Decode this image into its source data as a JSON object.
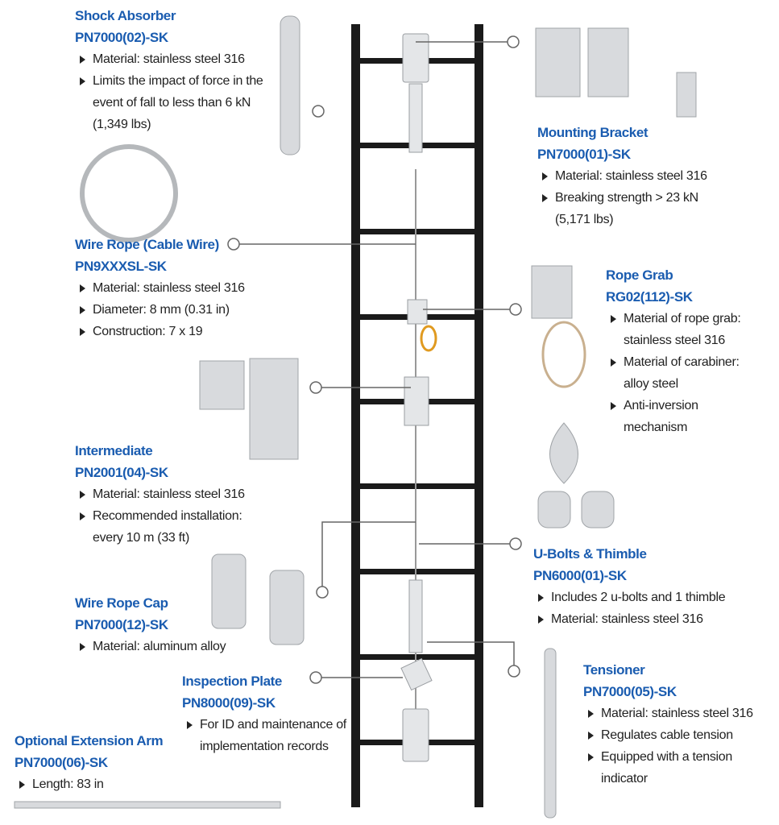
{
  "colors": {
    "title": "#1a5cb0",
    "ladder": "#1a1a1a",
    "callout": "#666666"
  },
  "components": [
    {
      "title": "Shock Absorber",
      "pn": "PN7000(02)-SK",
      "bullets": [
        [
          "Material: stainless steel 316"
        ],
        [
          "Limits the impact of force in the",
          "event of fall to less than 6 kN",
          "(1,349 lbs)"
        ]
      ]
    },
    {
      "title": "Mounting Bracket",
      "pn": "PN7000(01)-SK",
      "bullets": [
        [
          "Material: stainless steel 316"
        ],
        [
          "Breaking strength > 23 kN",
          "(5,171 lbs)"
        ]
      ]
    },
    {
      "title": "Wire Rope (Cable Wire)",
      "pn": "PN9XXXSL-SK",
      "bullets": [
        [
          "Material: stainless steel 316"
        ],
        [
          "Diameter: 8 mm (0.31 in)"
        ],
        [
          "Construction: 7 x 19"
        ]
      ]
    },
    {
      "title": "Rope Grab",
      "pn": "RG02(112)-SK",
      "bullets": [
        [
          "Material of rope grab:",
          "stainless steel 316"
        ],
        [
          "Material of carabiner:",
          "alloy steel"
        ],
        [
          "Anti-inversion",
          "mechanism"
        ]
      ]
    },
    {
      "title": "Intermediate",
      "pn": "PN2001(04)-SK",
      "bullets": [
        [
          "Material: stainless steel 316"
        ],
        [
          "Recommended installation:",
          "every 10 m (33 ft)"
        ]
      ]
    },
    {
      "title": "U-Bolts & Thimble",
      "pn": "PN6000(01)-SK",
      "bullets": [
        [
          "Includes 2 u-bolts and 1 thimble"
        ],
        [
          "Material: stainless steel 316"
        ]
      ]
    },
    {
      "title": "Wire Rope Cap",
      "pn": "PN7000(12)-SK",
      "bullets": [
        [
          "Material: aluminum alloy"
        ]
      ]
    },
    {
      "title": "Inspection Plate",
      "pn": "PN8000(09)-SK",
      "bullets": [
        [
          "For ID and maintenance of",
          "implementation records"
        ]
      ]
    },
    {
      "title": "Tensioner",
      "pn": "PN7000(05)-SK",
      "bullets": [
        [
          "Material: stainless steel 316"
        ],
        [
          "Regulates cable tension"
        ],
        [
          "Equipped with a tension",
          "indicator"
        ]
      ]
    },
    {
      "title": "Optional Extension Arm",
      "pn": "PN7000(06)-SK",
      "bullets": [
        [
          "Length: 83 in"
        ]
      ]
    }
  ]
}
